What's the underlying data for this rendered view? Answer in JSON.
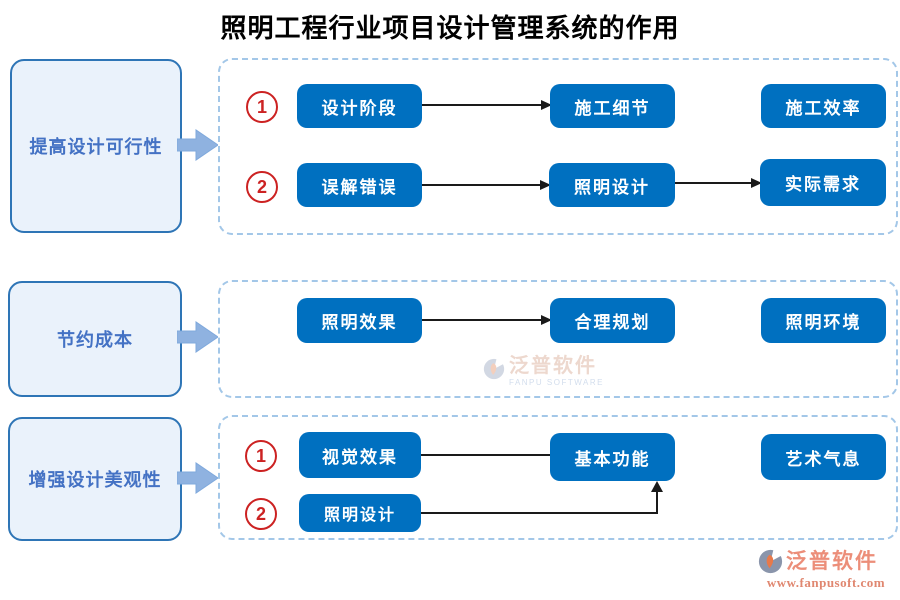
{
  "title": "照明工程行业项目设计管理系统的作用",
  "sections": [
    {
      "left_label": "提高设计可行性",
      "badges": [
        "1",
        "2"
      ],
      "nodes": [
        {
          "label": "设计阶段"
        },
        {
          "label": "施工细节"
        },
        {
          "label": "施工效率"
        },
        {
          "label": "误解错误"
        },
        {
          "label": "照明设计"
        },
        {
          "label": "实际需求"
        }
      ]
    },
    {
      "left_label": "节约成本",
      "nodes": [
        {
          "label": "照明效果"
        },
        {
          "label": "合理规划"
        },
        {
          "label": "照明环境"
        }
      ]
    },
    {
      "left_label": "增强设计美观性",
      "badges": [
        "1",
        "2"
      ],
      "nodes": [
        {
          "label": "视觉效果"
        },
        {
          "label": "基本功能"
        },
        {
          "label": "艺术气息"
        },
        {
          "label": "照明设计"
        }
      ]
    }
  ],
  "watermark": {
    "text": "泛普软件",
    "subtext": "FANPU SOFTWARE"
  },
  "logo": {
    "text": "泛普软件",
    "url": "www.fanpusoft.com"
  },
  "colors": {
    "node_blue": "#0070C0",
    "panel_dash_blue": "#A3C7E8",
    "leftbox_fill": "#EAF2FB",
    "leftbox_border": "#2E75B6",
    "leftbox_text": "#4472C4",
    "badge_red": "#CC2222",
    "connector_black": "#1A1A1A",
    "big_arrow_blue": "#8FB2E0",
    "logo_salmon": "#EC8E79",
    "logo_gray_blue": "#8A95AB"
  }
}
